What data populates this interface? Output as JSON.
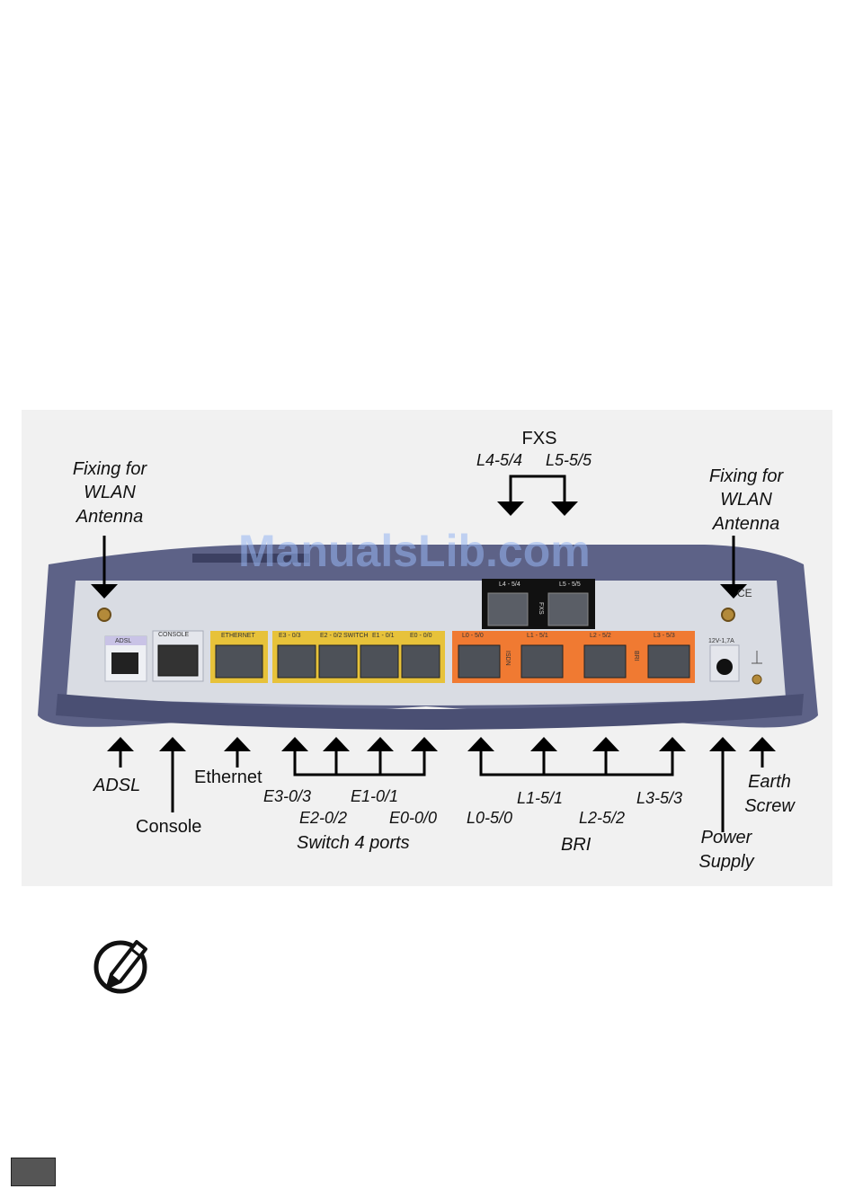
{
  "watermark": "ManualsLib.com",
  "labels": {
    "fxs": "FXS",
    "fxs_l4": "L4-5/4",
    "fxs_l5": "L5-5/5",
    "wlan_left_1": "Fixing for",
    "wlan_left_2": "WLAN",
    "wlan_left_3": "Antenna",
    "wlan_right_1": "Fixing for",
    "wlan_right_2": "WLAN",
    "wlan_right_3": "Antenna",
    "adsl": "ADSL",
    "console": "Console",
    "ethernet": "Ethernet",
    "e3": "E3-0/3",
    "e2": "E2-0/2",
    "e1": "E1-0/1",
    "e0": "E0-0/0",
    "switch": "Switch 4 ports",
    "l0": "L0-5/0",
    "l1": "L1-5/1",
    "l2": "L2-5/2",
    "l3": "L3-5/3",
    "bri": "BRI",
    "power_1": "Power",
    "power_2": "Supply",
    "earth_1": "Earth",
    "earth_2": "Screw"
  },
  "panel": {
    "adsl": "ADSL",
    "console": "CONSOLE",
    "ethernet": "ETHERNET",
    "switch": "SWITCH",
    "sw_e3": "E3 - 0/3",
    "sw_e2": "E2 - 0/2",
    "sw_e1": "E1 - 0/1",
    "sw_e0": "E0 - 0/0",
    "isdn": "ISDN",
    "bri": "BRI",
    "fxs_mark": "FXS",
    "fxs_l4": "L4 - 5/4",
    "fxs_l5": "L5 - 5/5",
    "bri_l0": "L0 - 5/0",
    "bri_l1": "L1 - 5/1",
    "bri_l2": "L2 - 5/2",
    "bri_l3": "L3 - 5/3",
    "power": "12V-1,7A",
    "ce": "CE"
  },
  "colors": {
    "chassis": "#5d6287",
    "panel": "#d9dce3",
    "ethernet": "#e7c23a",
    "bri": "#f07a32",
    "fxs": "#111111"
  }
}
